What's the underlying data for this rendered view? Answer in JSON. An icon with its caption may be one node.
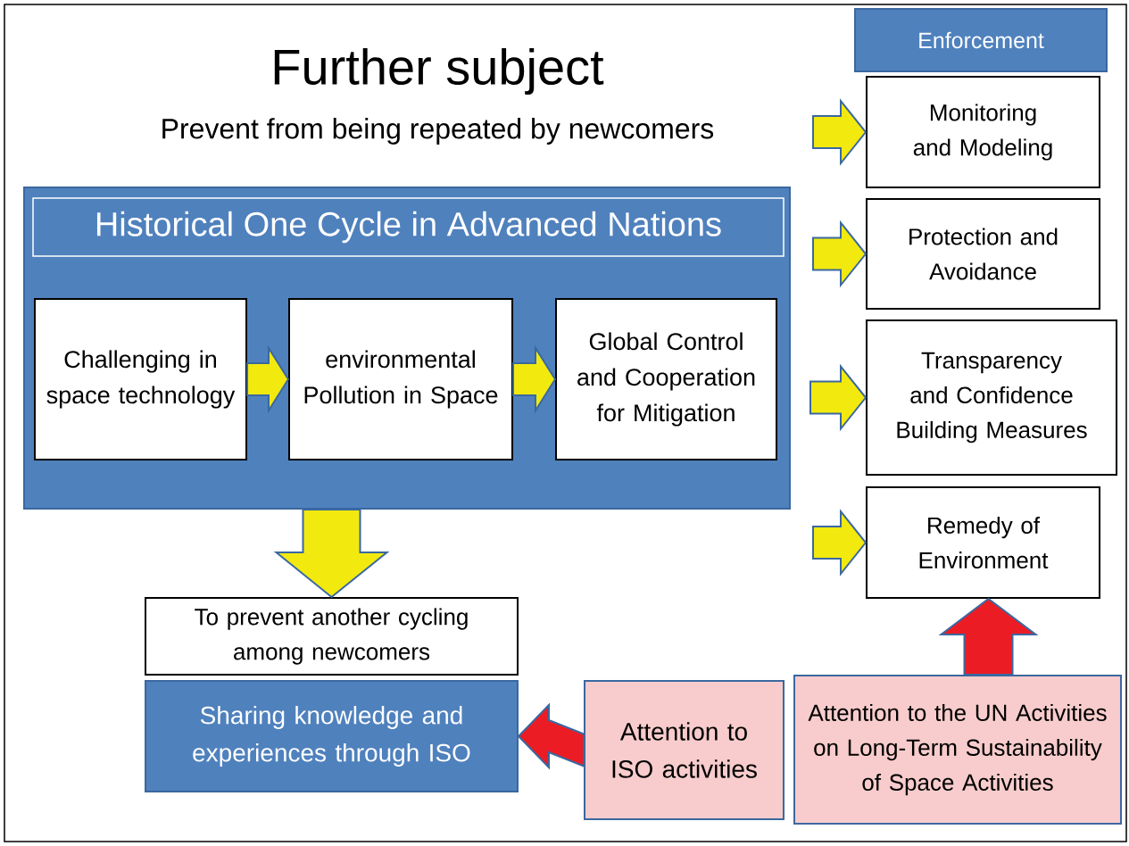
{
  "diagram": {
    "title": "Further subject",
    "nodes": [
      {
        "text": [
          "Enforcement"
        ]
      },
      {
        "text": [
          "Monitoring and Modeling"
        ]
      },
      {
        "text": [
          "Protection and Avoidance"
        ]
      },
      {
        "text": [
          "Transparency and Confidence Building Measures"
        ]
      },
      {
        "text": [
          "Remedy of Environment"
        ]
      },
      {
        "text": [
          "Historical One Cycle in Advanced Nations"
        ]
      },
      {
        "text": [
          "Challenging in space technology"
        ],
        "in": 5
      },
      {
        "text": [
          "environmental Pollution in Space"
        ],
        "in": 5
      },
      {
        "text": [
          "Global Control and Cooperation for Mitigation"
        ],
        "in": 5
      },
      {
        "text": [
          "To prevent another cycling among newcomers"
        ]
      },
      {
        "text": [
          "Sharing knowledge and experiences through ISO"
        ]
      },
      {
        "text": [
          "Attention to ISO activities"
        ]
      },
      {
        "text": [
          "Attention to the UN Activities on Long-Term Sustainability of Space Activities"
        ]
      }
    ],
    "edges": [
      {
        "from": null,
        "to": 1,
        "arrow": "to"
      },
      {
        "from": null,
        "to": 2,
        "arrow": "to"
      },
      {
        "from": null,
        "to": 3,
        "arrow": "to"
      },
      {
        "from": null,
        "to": 4,
        "arrow": "to"
      },
      {
        "from": 6,
        "to": 7,
        "arrow": "to"
      },
      {
        "from": 7,
        "to": 8,
        "arrow": "to"
      },
      {
        "from": 5,
        "to": 9,
        "arrow": "to"
      },
      {
        "from": 11,
        "to": 10,
        "arrow": "to",
        "color": "#ec1c24"
      },
      {
        "from": 12,
        "to": 4,
        "arrow": "to",
        "color": "#ec1c24"
      }
    ],
    "labels": [
      "Prevent from being repeated by newcomers"
    ]
  }
}
